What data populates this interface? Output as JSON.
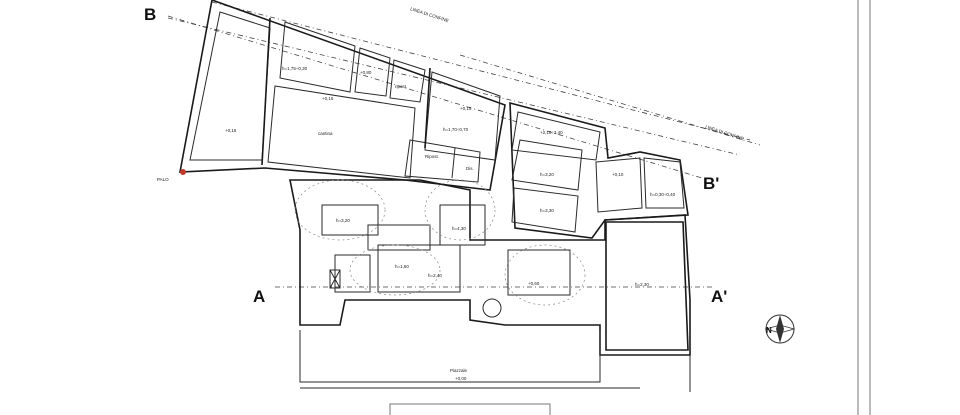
{
  "title": "",
  "sections": {
    "b_left": "B",
    "b_right": "B'",
    "a_left": "A",
    "a_right": "A'"
  },
  "annotations": {
    "boundary_top": "LINEA DI CONFINE",
    "boundary_right": "LINEA DI CONFINE",
    "palo": "PALO",
    "piazzale": "Piazzale",
    "north": "N"
  },
  "room_labels": [
    "+0,15",
    "h=1,75÷0,30",
    "+0,80",
    "h=1,70÷0,70",
    "ripost.",
    "+0,15",
    "cantina",
    "+0,15",
    "Ripost.",
    "+2,10÷3,40",
    "Dis.",
    "h=3,20",
    "h=3,30",
    "+0,10",
    "h=0,30÷0,40",
    "h=3,20",
    "h=4,30",
    "h=1,60",
    "h=2,40",
    "+0,60",
    "h=2,30",
    "+0,00"
  ],
  "colors": {
    "line": "#1a1a1a",
    "marker": "#c0392b",
    "frame": "#777777"
  }
}
